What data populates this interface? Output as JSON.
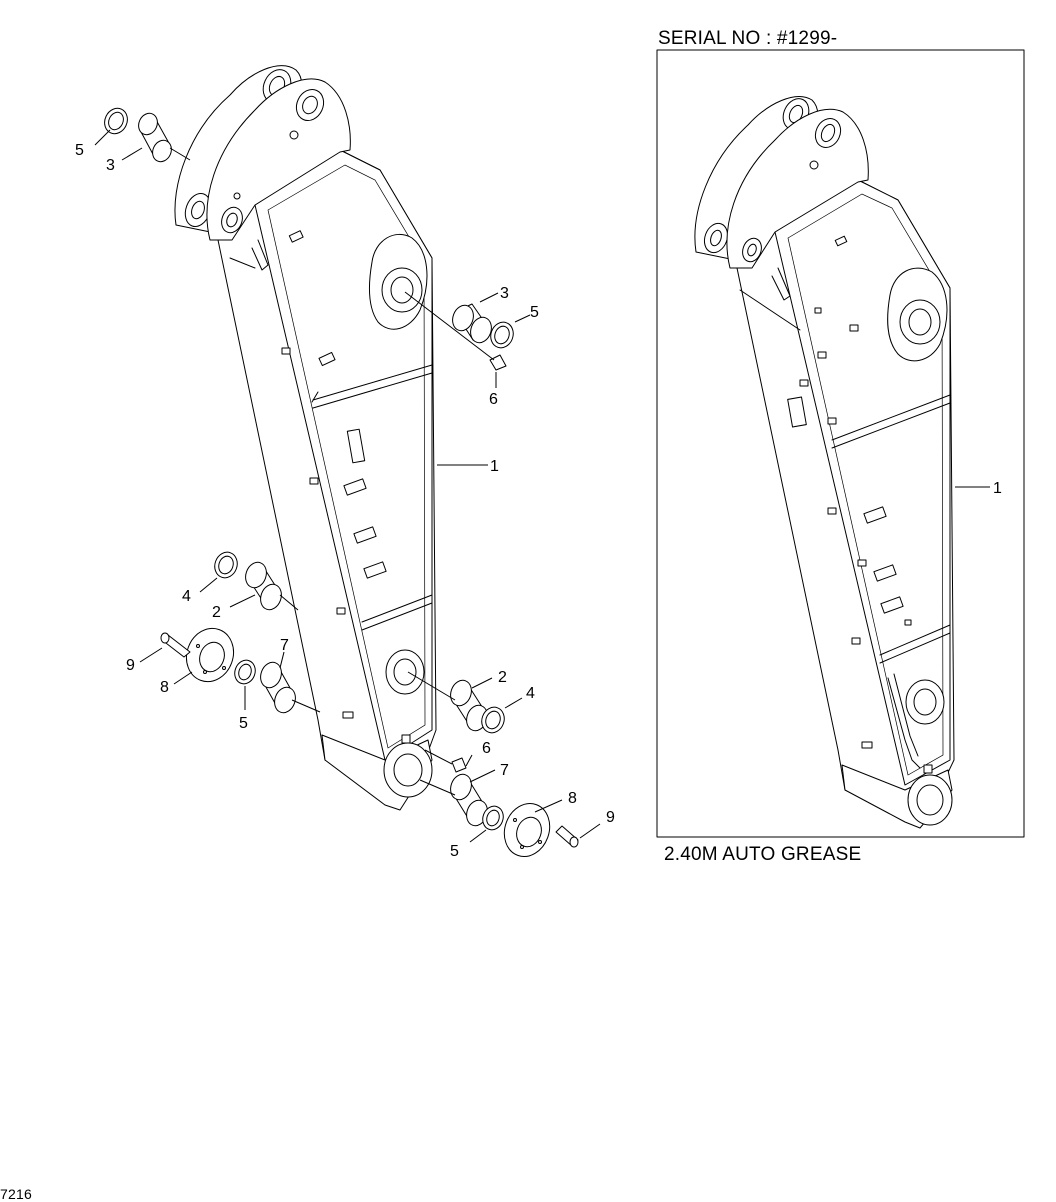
{
  "header": {
    "serial_label": "SERIAL NO : #1299-"
  },
  "variant": {
    "caption": "2.40M AUTO GREASE"
  },
  "footer": {
    "page_code": "7216"
  },
  "left_view": {
    "callouts": [
      {
        "id": "c1",
        "label": "1"
      },
      {
        "id": "c2a",
        "label": "2"
      },
      {
        "id": "c2b",
        "label": "2"
      },
      {
        "id": "c3a",
        "label": "3"
      },
      {
        "id": "c3b",
        "label": "3"
      },
      {
        "id": "c4a",
        "label": "4"
      },
      {
        "id": "c4b",
        "label": "4"
      },
      {
        "id": "c5a",
        "label": "5"
      },
      {
        "id": "c5b",
        "label": "5"
      },
      {
        "id": "c5c",
        "label": "5"
      },
      {
        "id": "c5d",
        "label": "5"
      },
      {
        "id": "c6a",
        "label": "6"
      },
      {
        "id": "c6b",
        "label": "6"
      },
      {
        "id": "c7a",
        "label": "7"
      },
      {
        "id": "c7b",
        "label": "7"
      },
      {
        "id": "c8a",
        "label": "8"
      },
      {
        "id": "c8b",
        "label": "8"
      },
      {
        "id": "c9a",
        "label": "9"
      },
      {
        "id": "c9b",
        "label": "9"
      }
    ]
  },
  "right_view": {
    "callouts": [
      {
        "id": "r1",
        "label": "1"
      }
    ]
  }
}
